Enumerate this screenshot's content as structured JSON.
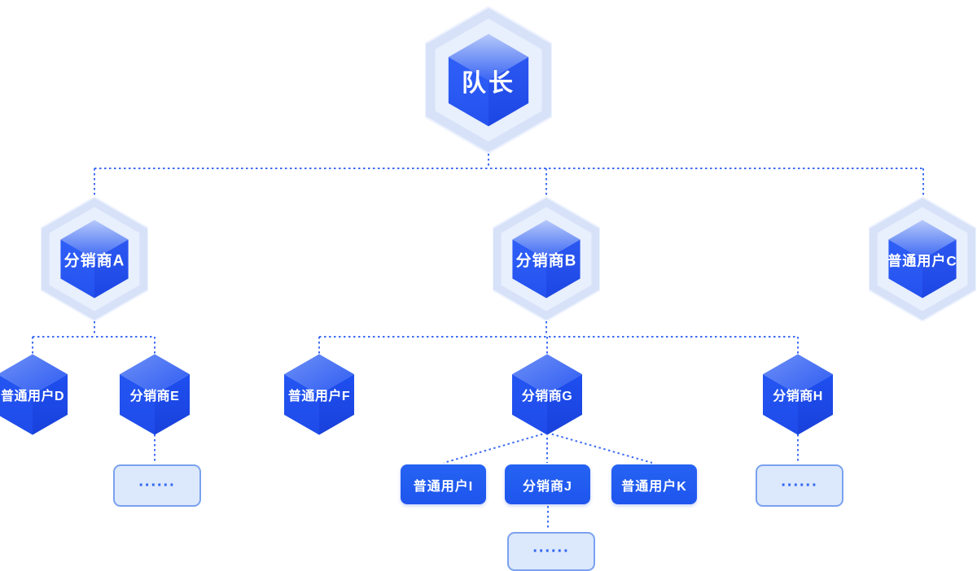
{
  "diagram": {
    "type": "hierarchy-tree",
    "nodes": {
      "captain": {
        "label": "队长",
        "role": "root"
      },
      "level2": [
        {
          "label": "分销商A"
        },
        {
          "label": "分销商B"
        },
        {
          "label": "普通用户C"
        }
      ],
      "level3": [
        {
          "label": "普通用户D",
          "parent": "分销商A"
        },
        {
          "label": "分销商E",
          "parent": "分销商A"
        },
        {
          "label": "普通用户F",
          "parent": "分销商B"
        },
        {
          "label": "分销商G",
          "parent": "分销商B"
        },
        {
          "label": "分销商H",
          "parent": "分销商B"
        }
      ],
      "level4": [
        {
          "label": "普通用户I",
          "parent": "分销商G"
        },
        {
          "label": "分销商J",
          "parent": "分销商G"
        },
        {
          "label": "普通用户K",
          "parent": "分销商G"
        }
      ],
      "ellipsis": "......"
    },
    "colors": {
      "node_blue": "#2257f0",
      "node_blue_dark": "#1c46e4",
      "cube_top_light": "#aec3f9",
      "outer_ring": "#d7e2f9",
      "inner_ring": "#e8effd",
      "connector": "#3e6cf4",
      "light_box_bg": "#dce8fc",
      "light_box_border": "#7aa2ef",
      "dots_text": "#2f66f2",
      "label_text": "#ffffff"
    }
  }
}
